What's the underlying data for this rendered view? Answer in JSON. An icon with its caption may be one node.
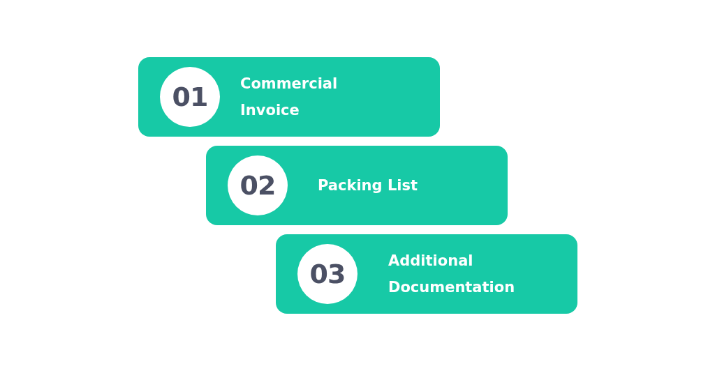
{
  "diagram": {
    "nodes": [
      {
        "text": [
          "Commercial Invoice"
        ]
      },
      {
        "text": [
          "01"
        ],
        "in": 0
      },
      {
        "text": [
          "Packing List"
        ]
      },
      {
        "text": [
          "02"
        ],
        "in": 2
      },
      {
        "text": [
          "Additional Documentation"
        ]
      },
      {
        "text": [
          "03"
        ],
        "in": 4
      }
    ]
  }
}
